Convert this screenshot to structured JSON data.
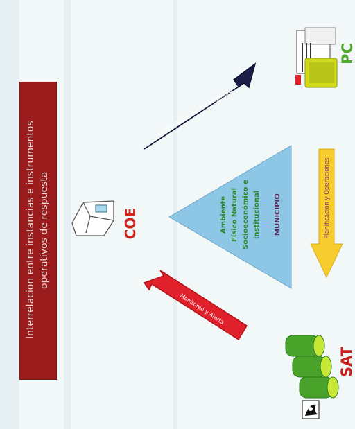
{
  "title_lines": [
    "Interrelacion entre instancias e instrumentos",
    "operativos de respuesta"
  ],
  "nodes": {
    "coe": "COE",
    "sat": "SAT",
    "pc": "PC"
  },
  "triangle": {
    "lines": [
      "Ambiente",
      "Físico Natural",
      "Socioeconómico e",
      "institucional"
    ],
    "municipio": "MUNICIPIO"
  },
  "arrows": {
    "declaracion": "Declaracion de Emergencia",
    "monitoreo": "Monitoreo y Alerta",
    "planificacion": "Planificación y Operaciones"
  },
  "colors": {
    "title_bar": "#9b1c1c",
    "triangle": "#8ec6e6",
    "arrow_dark": "#1b1f4a",
    "arrow_red": "#e0202a",
    "arrow_yellow": "#f6cc2e"
  }
}
